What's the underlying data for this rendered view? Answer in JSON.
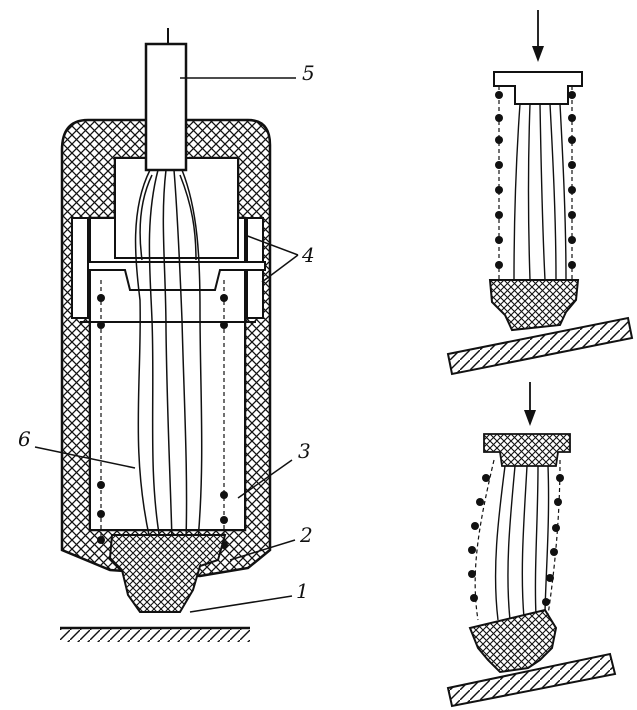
{
  "labels": {
    "l1": "1",
    "l2": "2",
    "l3": "3",
    "l4": "4",
    "l5": "5",
    "l6": "6"
  },
  "colors": {
    "ink": "#111111",
    "paper": "#ffffff"
  }
}
